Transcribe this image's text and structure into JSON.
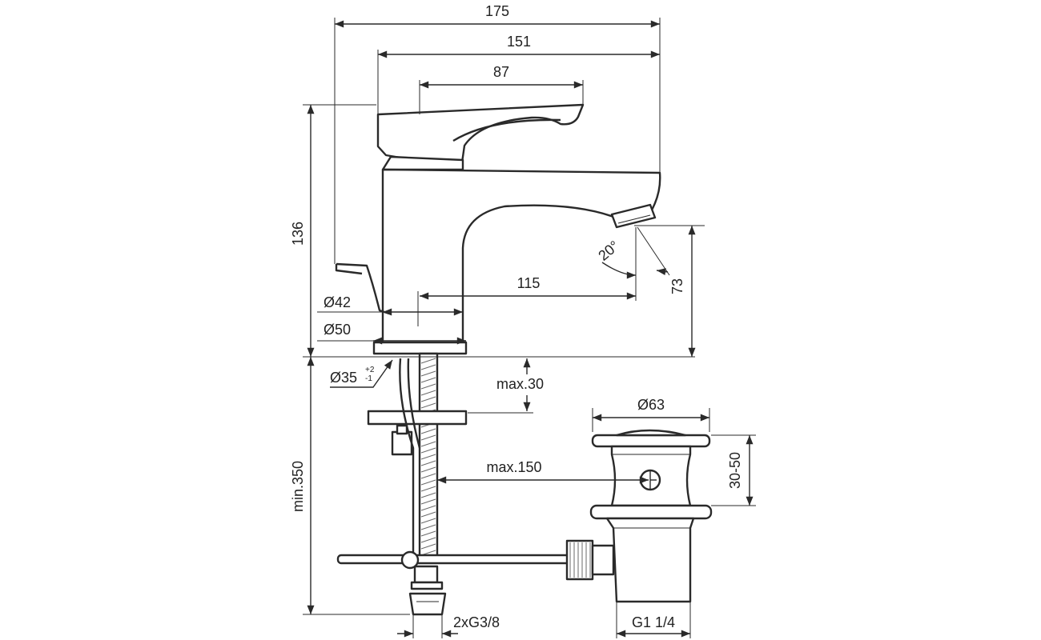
{
  "dimensions": {
    "width_175": "175",
    "width_151": "151",
    "width_87": "87",
    "height_136": "136",
    "reach_115": "115",
    "angle_20": "20°",
    "height_73": "73",
    "dia_42": "Ø42",
    "dia_50": "Ø50",
    "dia_35": "Ø35",
    "dia_35_tol_plus": "+2",
    "dia_35_tol_minus": "-1",
    "max_30": "max.30",
    "dia_63": "Ø63",
    "range_30_50": "30-50",
    "max_150": "max.150",
    "min_350": "min.350",
    "connections": "2xG3/8",
    "thread": "G1 1/4"
  }
}
